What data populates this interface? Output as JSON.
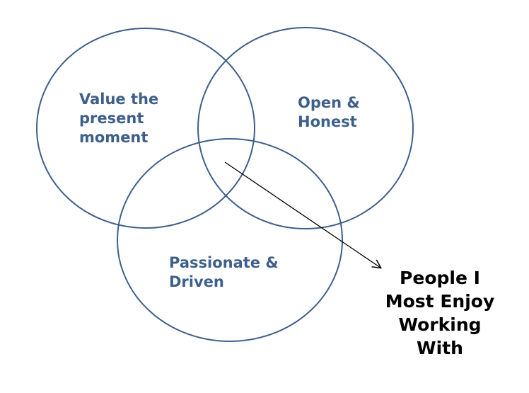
{
  "diagram": {
    "circles": [
      {
        "name": "value",
        "lines": [
          "Value the",
          "present",
          "moment"
        ]
      },
      {
        "name": "open",
        "lines": [
          "Open &",
          "Honest"
        ]
      },
      {
        "name": "passion",
        "lines": [
          "Passionate &",
          "Driven"
        ]
      }
    ],
    "center_label": [
      "People I",
      "Most Enjoy",
      "Working",
      "With"
    ],
    "colors": {
      "circle_stroke": "#3e5f8a",
      "circle_label": "#3e5f8a",
      "arrow": "#000000",
      "center_label": "#000000"
    }
  }
}
